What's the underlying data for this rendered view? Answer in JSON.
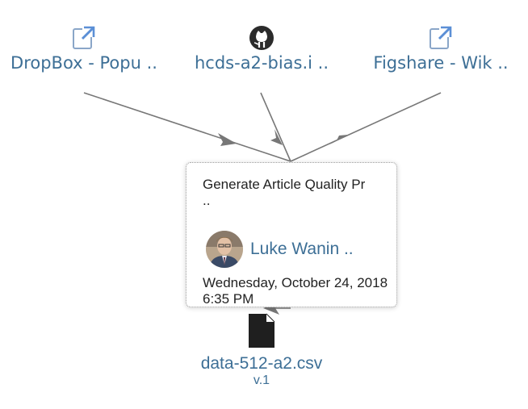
{
  "sources": [
    {
      "label": "DropBox - Popu ..",
      "icon": "external-link-icon"
    },
    {
      "label": "hcds-a2-bias.i ..",
      "icon": "github-icon"
    },
    {
      "label": "Figshare - Wik ..",
      "icon": "external-link-icon"
    }
  ],
  "step": {
    "title_line1": "Generate Article Quality Pr",
    "title_line2": "..",
    "author_name": "Luke Wanin ..",
    "timestamp": "Wednesday, October 24, 2018 6:35 PM"
  },
  "output": {
    "file_name": "data-512-a2.csv",
    "version": "v.1",
    "icon": "file-icon"
  },
  "colors": {
    "link": "#3d6f96",
    "edge": "#777777",
    "text": "#222222"
  }
}
